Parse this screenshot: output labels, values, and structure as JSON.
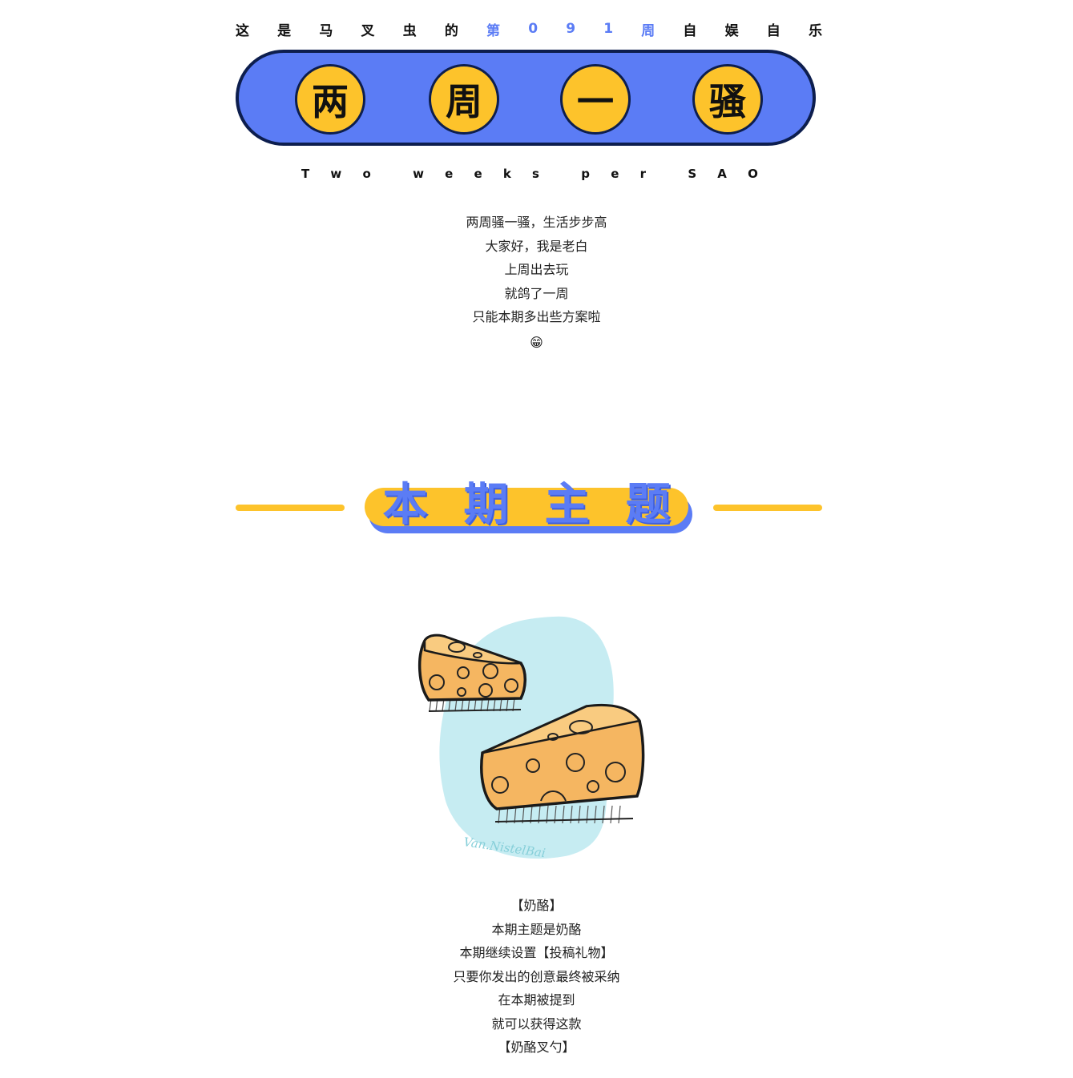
{
  "header": {
    "top_chars": [
      "这",
      "是",
      "马",
      "叉",
      "虫",
      "的",
      "第",
      "0",
      "9",
      "1",
      "周",
      "自",
      "娱",
      "自",
      "乐"
    ],
    "discs": [
      "两",
      "周",
      "一",
      "骚"
    ],
    "subtitle_chars": [
      "T",
      "w",
      "o",
      "",
      "w",
      "e",
      "e",
      "k",
      "s",
      "",
      "p",
      "e",
      "r",
      "",
      "S",
      "A",
      "O"
    ]
  },
  "intro": {
    "lines": [
      "两周骚一骚，生活步步高",
      "大家好，我是老白",
      "上周出去玩",
      "就鸽了一周",
      "只能本期多出些方案啦"
    ],
    "emoji": "😁"
  },
  "section": {
    "title_chars": [
      "本",
      "期",
      "主",
      "题"
    ]
  },
  "illustration": {
    "signature": "Van.NistelBai"
  },
  "cheese": {
    "lines": [
      "【奶酪】",
      "本期主题是奶酪",
      "本期继续设置【投稿礼物】",
      "只要你发出的创意最终被采纳",
      "在本期被提到",
      "就可以获得这款",
      "【奶酪叉勺】"
    ]
  },
  "colors": {
    "blue": "#5b7cf5",
    "yellow": "#fdc32b",
    "navy": "#0d1e4e",
    "cyan": "#c6ecf2",
    "cheese": "#f5b661"
  }
}
